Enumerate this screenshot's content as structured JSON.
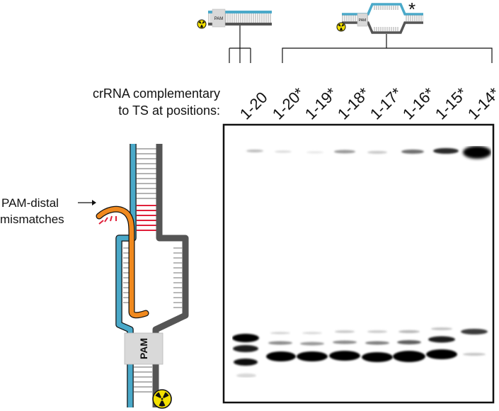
{
  "header": {
    "label_line1": "crRNA complementary",
    "label_line2": "to TS at positions:"
  },
  "lanes": [
    {
      "label": "1-20"
    },
    {
      "label": "1-20*"
    },
    {
      "label": "1-19*"
    },
    {
      "label": "1-18*"
    },
    {
      "label": "1-17*"
    },
    {
      "label": "1-16*"
    },
    {
      "label": "1-15*"
    },
    {
      "label": "1-14*"
    }
  ],
  "substrates": {
    "bubble_marker": "*",
    "pam_label": "PAM"
  },
  "diagram": {
    "pam_label": "PAM",
    "callout_line1": "PAM-distal",
    "callout_line2": "mismatches"
  },
  "colors": {
    "target_strand": "#4aa9c9",
    "nontarget_strand": "#555555",
    "crRNA": "#f0891e",
    "mismatch": "#e0203a",
    "pam_box": "#d9d9d9",
    "radiolabel": "#f3e000"
  }
}
